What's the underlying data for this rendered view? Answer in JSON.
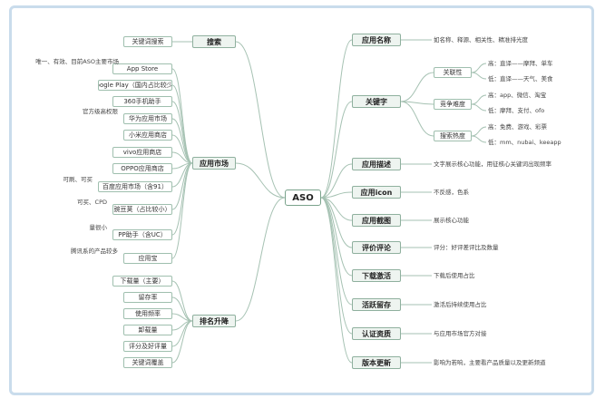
{
  "center": "ASO",
  "left": [
    {
      "label": "搜索",
      "children": [
        {
          "label": "关键词搜索"
        }
      ]
    },
    {
      "label": "应用市场",
      "children": [
        {
          "label": "App Store",
          "note": "唯一、有效、目前ASO主要市场"
        },
        {
          "label": "Google Play（国内占比较少）"
        },
        {
          "label": "360手机助手"
        },
        {
          "label": "华为应用市场",
          "note": "官方级高权限"
        },
        {
          "label": "小米应用商店"
        },
        {
          "label": "vivo应用商店"
        },
        {
          "label": "OPPO应用商店"
        },
        {
          "label": "百度应用市场（含91）",
          "note": "可刷、可买"
        },
        {
          "label": "豌豆荚（占比较小）",
          "note": "可买、CPD"
        },
        {
          "label": "PP助手（含UC）",
          "note": "量很小"
        },
        {
          "label": "应用宝",
          "note": "腾讯系的产品较多"
        }
      ]
    },
    {
      "label": "排名升降",
      "children": [
        {
          "label": "下载量（主要）"
        },
        {
          "label": "留存率"
        },
        {
          "label": "使用频率"
        },
        {
          "label": "卸载量"
        },
        {
          "label": "评分及好评量"
        },
        {
          "label": "关键词覆盖"
        }
      ]
    }
  ],
  "right": [
    {
      "label": "应用名称",
      "desc": "如名称、释源、相关性、精准排光度"
    },
    {
      "label": "关键字",
      "children": [
        {
          "label": "关联性",
          "notes": [
            "高：直译——摩拜、单车",
            "低：直译——天气、美食"
          ]
        },
        {
          "label": "竞争难度",
          "notes": [
            "高：app、微信、淘宝",
            "低：摩拜、支付、ofo"
          ]
        },
        {
          "label": "搜索热度",
          "notes": [
            "高：免费、游戏、彩票",
            "低：mm、nubai、keeapp"
          ]
        }
      ]
    },
    {
      "label": "应用描述",
      "desc": "文字展示核心功能，用征核心关键词出现频率"
    },
    {
      "label": "应用icon",
      "desc": "不反感，色系"
    },
    {
      "label": "应用截图",
      "desc": "展示核心功能"
    },
    {
      "label": "评价评论",
      "desc": "评分：好评差评比及数量"
    },
    {
      "label": "下载激活",
      "desc": "下载后使用占比"
    },
    {
      "label": "活跃留存",
      "desc": "激活后持续使用占比"
    },
    {
      "label": "认证资质",
      "desc": "与应用市场官方对接"
    },
    {
      "label": "版本更新",
      "desc": "影响为若响，主要看产品质量以及更新频道"
    }
  ]
}
